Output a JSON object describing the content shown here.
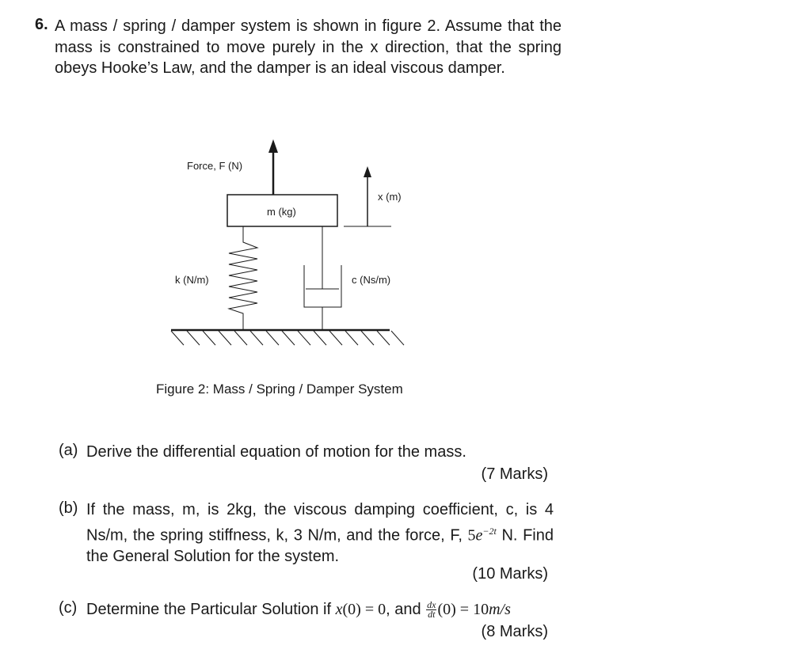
{
  "question": {
    "number": "6.",
    "intro": "A mass / spring / damper system is shown in figure 2.  Assume that the mass is constrained to move purely in the x direction, that the spring obeys Hooke’s Law, and the damper is an ideal viscous damper."
  },
  "figure": {
    "force_label": "Force, F (N)",
    "mass_label": "m (kg)",
    "x_label": "x (m)",
    "k_label": "k (N/m)",
    "c_label": "c (Ns/m)",
    "caption": "Figure 2: Mass / Spring / Damper System"
  },
  "parts": {
    "a": {
      "tag": "(a)",
      "text": "Derive the differential equation of motion for the mass.",
      "marks": "(7 Marks)"
    },
    "b": {
      "tag": "(b)",
      "text_before": "If the mass, m, is 2kg, the viscous damping coefficient, c, is 4 Ns/m, the spring stiffness, k, 3 N/m, and the force, F,",
      "force_coef": "5",
      "force_base": "e",
      "force_exp": "−2t",
      "text_after": "N. Find the General Solution for the system.",
      "marks": "(10 Marks)"
    },
    "c": {
      "tag": "(c)",
      "text_before": "Determine the Particular Solution if",
      "ic1_fn": "x",
      "ic1_arg": "(0) = 0",
      "text_mid": ", and",
      "frac_num": "dx",
      "frac_den": "dt",
      "ic2_rest": "(0) = 10",
      "ic2_units": "m/s",
      "marks": "(8 Marks)"
    }
  }
}
